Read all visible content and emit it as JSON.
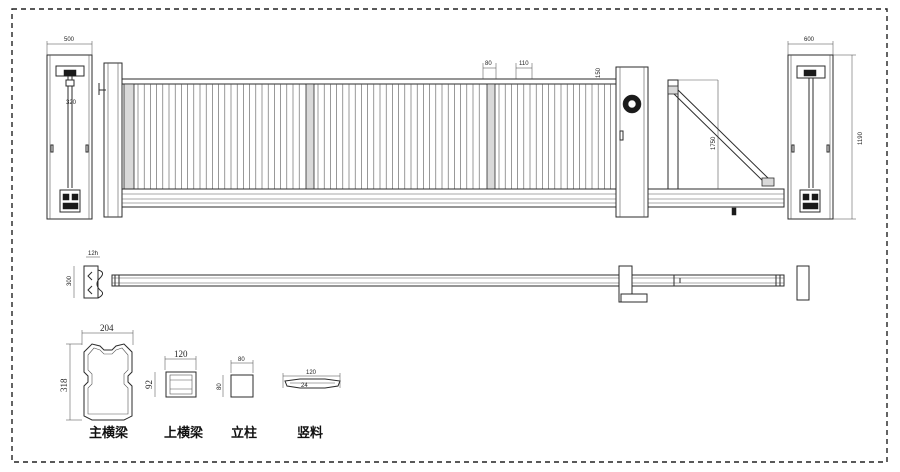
{
  "dimensions": {
    "left_post_width": "500",
    "left_post_inner": "320",
    "right_post_width": "600",
    "right_post_height": "1190",
    "upright_spacing_a": "80",
    "upright_spacing_b": "110",
    "top_offset": "150",
    "gate_height": "1750",
    "plan_wheel_top": "12h",
    "plan_width": "300",
    "profile_main_width": "204",
    "profile_main_height": "318",
    "profile_upper_width": "120",
    "profile_upper_height": "92",
    "profile_post_size": "80",
    "profile_post_side": "80",
    "profile_vertical_width": "120",
    "profile_vertical_thickness": "24"
  },
  "labels": {
    "main_beam": "主横梁",
    "upper_beam": "上横梁",
    "post": "立柱",
    "vertical_bar": "竖料"
  }
}
